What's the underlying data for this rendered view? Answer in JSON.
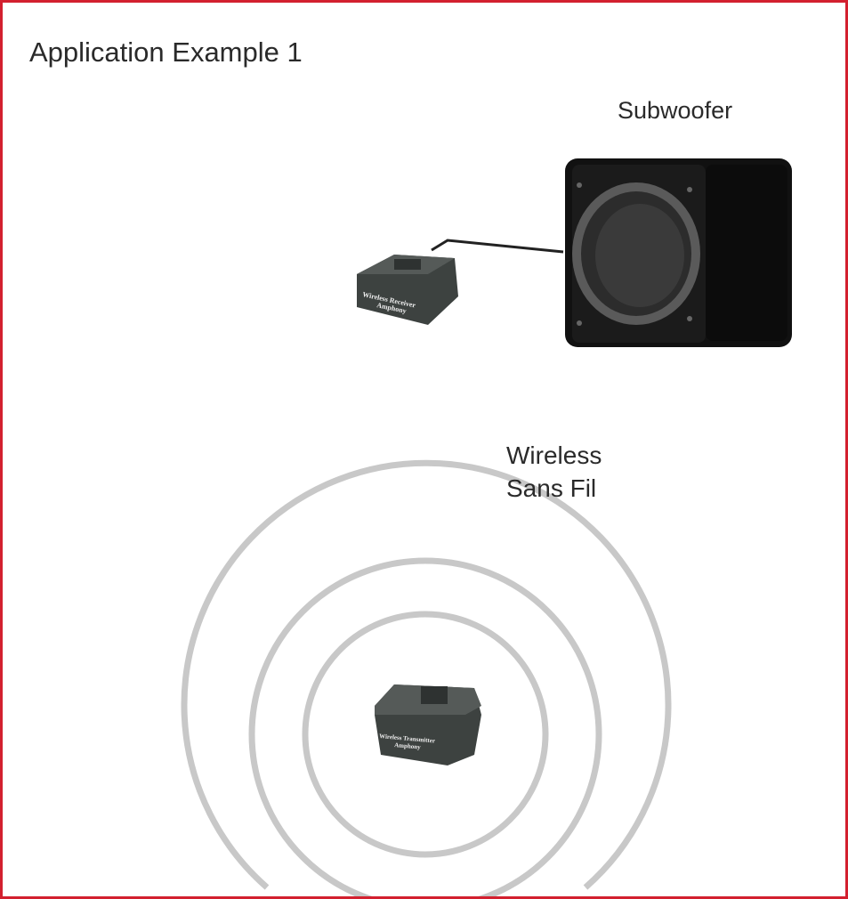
{
  "title": "Application Example 1",
  "subwoofer_label": "Subwoofer",
  "wireless_label": [
    "Wireless",
    "Sans Fil"
  ],
  "receiver": {
    "line1": "Wireless Receiver",
    "line2": "Amphony"
  },
  "transmitter": {
    "line1": "Wireless Transmitter",
    "line2": "Amphony"
  },
  "colors": {
    "border": "#d3202f",
    "rings": "#c8c8c8",
    "device": "#3d4240"
  }
}
